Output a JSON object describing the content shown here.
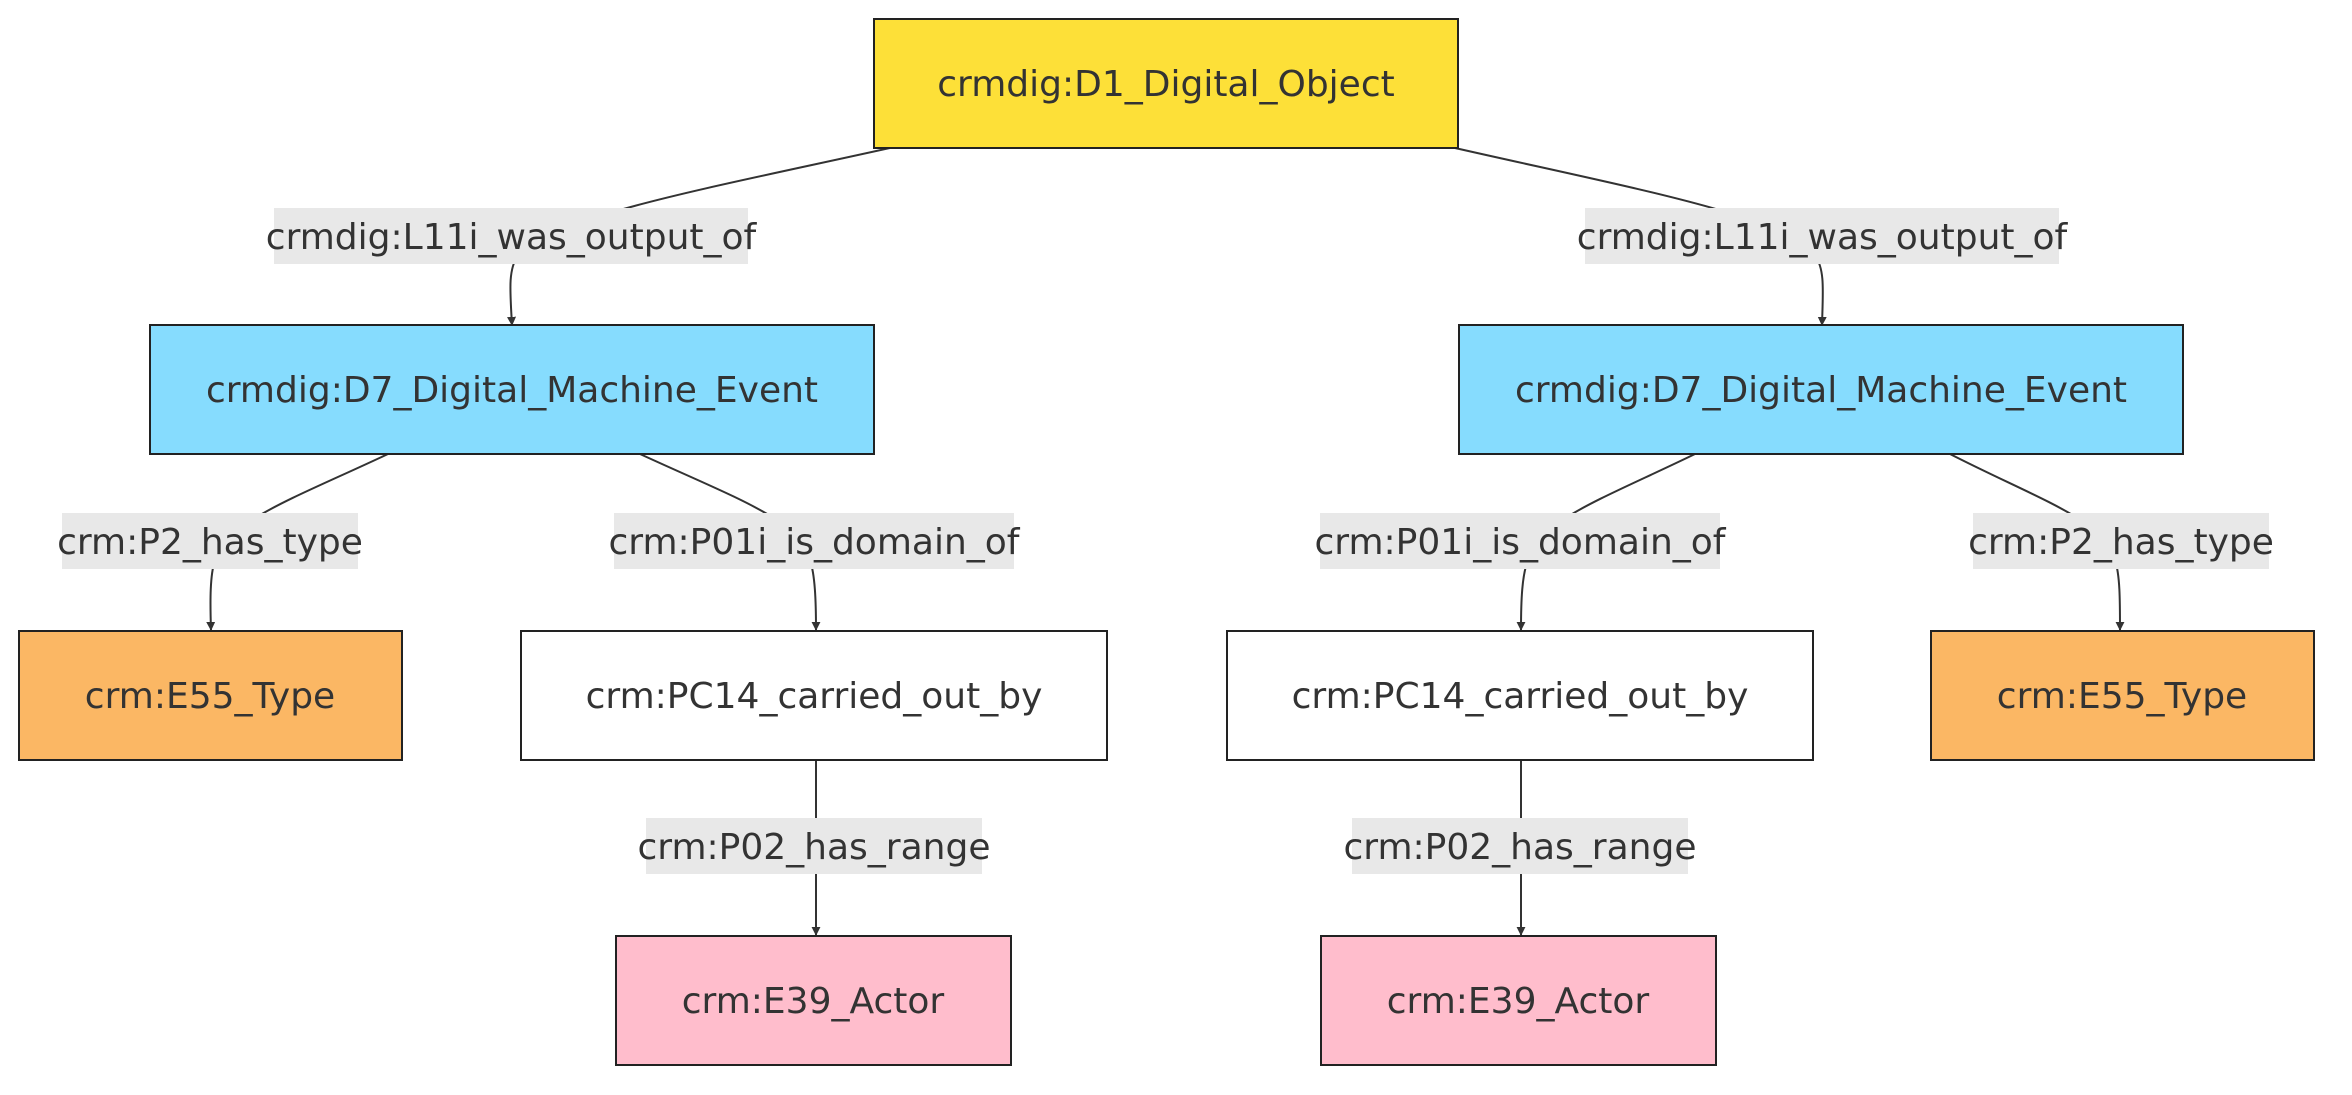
{
  "colors": {
    "digital_object": "#fde038",
    "machine_event": "#86dcfe",
    "type": "#fbb764",
    "property": "#ffffff",
    "actor": "#ffbdcc",
    "edge": "#333333",
    "edge_label_bg": "#e8e8e8"
  },
  "nodes": {
    "d1": {
      "label": "crmdig:D1_Digital_Object",
      "kind": "digital_object"
    },
    "d7_left": {
      "label": "crmdig:D7_Digital_Machine_Event",
      "kind": "machine_event"
    },
    "d7_right": {
      "label": "crmdig:D7_Digital_Machine_Event",
      "kind": "machine_event"
    },
    "e55_left": {
      "label": "crm:E55_Type",
      "kind": "type"
    },
    "pc14_left": {
      "label": "crm:PC14_carried_out_by",
      "kind": "property"
    },
    "pc14_right": {
      "label": "crm:PC14_carried_out_by",
      "kind": "property"
    },
    "e55_right": {
      "label": "crm:E55_Type",
      "kind": "type"
    },
    "e39_left": {
      "label": "crm:E39_Actor",
      "kind": "actor"
    },
    "e39_right": {
      "label": "crm:E39_Actor",
      "kind": "actor"
    }
  },
  "edges": {
    "d1_to_d7_left": {
      "from": "d1",
      "to": "d7_left",
      "label": "crmdig:L11i_was_output_of"
    },
    "d1_to_d7_right": {
      "from": "d1",
      "to": "d7_right",
      "label": "crmdig:L11i_was_output_of"
    },
    "d7_left_to_e55_left": {
      "from": "d7_left",
      "to": "e55_left",
      "label": "crm:P2_has_type"
    },
    "d7_left_to_pc14_left": {
      "from": "d7_left",
      "to": "pc14_left",
      "label": "crm:P01i_is_domain_of"
    },
    "d7_right_to_pc14_right": {
      "from": "d7_right",
      "to": "pc14_right",
      "label": "crm:P01i_is_domain_of"
    },
    "d7_right_to_e55_right": {
      "from": "d7_right",
      "to": "e55_right",
      "label": "crm:P2_has_type"
    },
    "pc14_left_to_e39_left": {
      "from": "pc14_left",
      "to": "e39_left",
      "label": "crm:P02_has_range"
    },
    "pc14_right_to_e39_right": {
      "from": "pc14_right",
      "to": "e39_right",
      "label": "crm:P02_has_range"
    }
  }
}
